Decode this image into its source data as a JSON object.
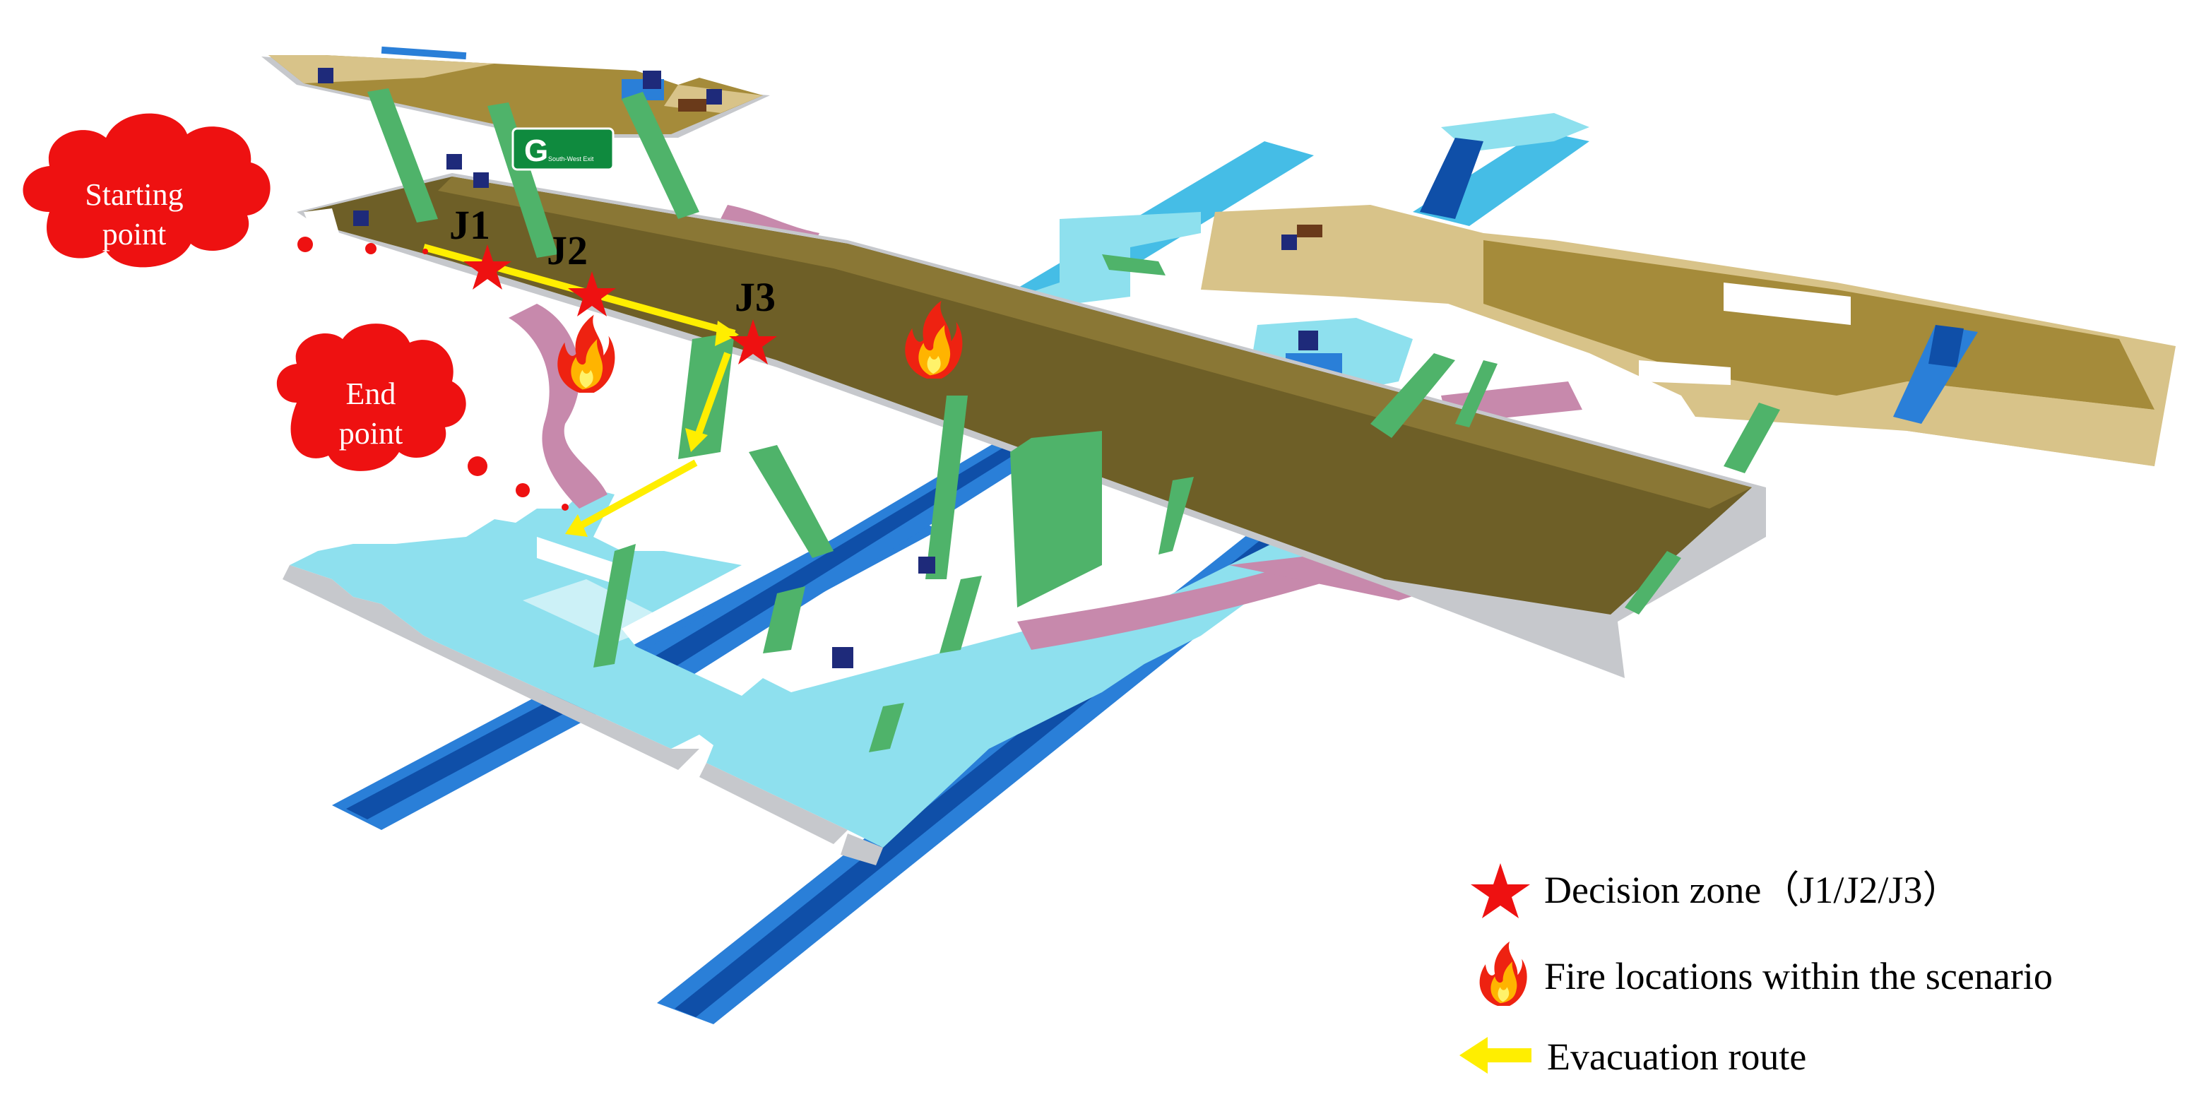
{
  "station": {
    "sign": {
      "letter": "G",
      "text": "South-West Exit"
    },
    "junctions": [
      {
        "id": "J1",
        "label": "J1"
      },
      {
        "id": "J2",
        "label": "J2"
      },
      {
        "id": "J3",
        "label": "J3"
      }
    ],
    "start_label": "Starting point",
    "end_label": "End point"
  },
  "legend": {
    "decision_zone": "Decision zone（J1/J2/J3）",
    "fire_locations": "Fire locations within the scenario",
    "evacuation_route": "Evacuation route"
  },
  "colors": {
    "concourse_dark": "#6e5f27",
    "concourse_light": "#d8c389",
    "platform_light": "#8ee0ee",
    "track_blue": "#2a7fd8",
    "track_dark": "#0f4fa8",
    "stairs_green": "#4fb36a",
    "passage_pink": "#c789ac",
    "route_yellow": "#ffee00",
    "marker_red": "#ee1111"
  }
}
